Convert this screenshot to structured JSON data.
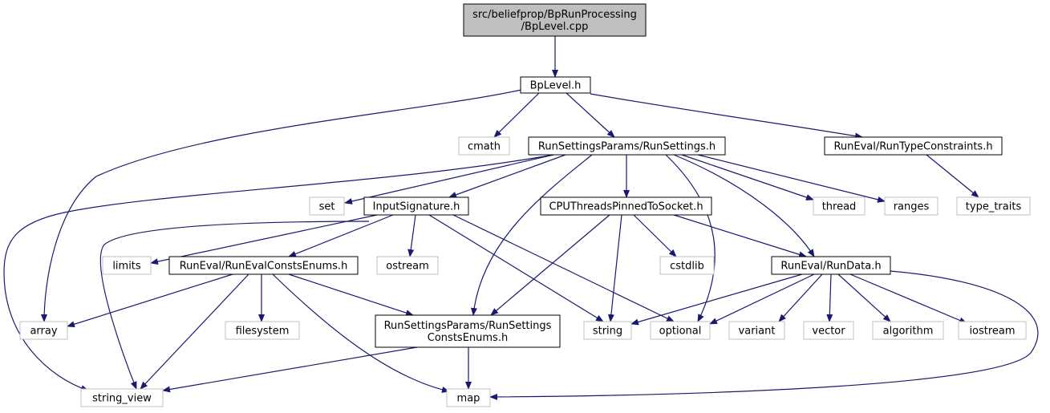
{
  "colors": {
    "edge": "#191970",
    "root_fill": "#bfbfbf",
    "node_fill": "#ffffff",
    "local_border": "#000000",
    "system_border": "#bfbfbf",
    "text": "#000000"
  },
  "nodes": {
    "root": {
      "lines": [
        "src/beliefprop/BpRunProcessing",
        "/BpLevel.cpp"
      ],
      "kind": "root"
    },
    "bplevel": {
      "lines": [
        "BpLevel.h"
      ],
      "kind": "local"
    },
    "cmath": {
      "lines": [
        "cmath"
      ],
      "kind": "system"
    },
    "runsettings": {
      "lines": [
        "RunSettingsParams/RunSettings.h"
      ],
      "kind": "local"
    },
    "runtypeconstraints": {
      "lines": [
        "RunEval/RunTypeConstraints.h"
      ],
      "kind": "local"
    },
    "set": {
      "lines": [
        "set"
      ],
      "kind": "system"
    },
    "inputsignature": {
      "lines": [
        "InputSignature.h"
      ],
      "kind": "local"
    },
    "cputhreads": {
      "lines": [
        "CPUThreadsPinnedToSocket.h"
      ],
      "kind": "local"
    },
    "thread": {
      "lines": [
        "thread"
      ],
      "kind": "system"
    },
    "ranges": {
      "lines": [
        "ranges"
      ],
      "kind": "system"
    },
    "type_traits": {
      "lines": [
        "type_traits"
      ],
      "kind": "system"
    },
    "limits": {
      "lines": [
        "limits"
      ],
      "kind": "system"
    },
    "runevalconsts": {
      "lines": [
        "RunEval/RunEvalConstsEnums.h"
      ],
      "kind": "local"
    },
    "ostream": {
      "lines": [
        "ostream"
      ],
      "kind": "system"
    },
    "cstdlib": {
      "lines": [
        "cstdlib"
      ],
      "kind": "system"
    },
    "rundata": {
      "lines": [
        "RunEval/RunData.h"
      ],
      "kind": "local"
    },
    "array": {
      "lines": [
        "array"
      ],
      "kind": "system"
    },
    "filesystem": {
      "lines": [
        "filesystem"
      ],
      "kind": "system"
    },
    "rsconsts": {
      "lines": [
        "RunSettingsParams/RunSettings",
        "ConstsEnums.h"
      ],
      "kind": "local"
    },
    "string": {
      "lines": [
        "string"
      ],
      "kind": "system"
    },
    "optional": {
      "lines": [
        "optional"
      ],
      "kind": "system"
    },
    "variant": {
      "lines": [
        "variant"
      ],
      "kind": "system"
    },
    "vector": {
      "lines": [
        "vector"
      ],
      "kind": "system"
    },
    "algorithm": {
      "lines": [
        "algorithm"
      ],
      "kind": "system"
    },
    "iostream": {
      "lines": [
        "iostream"
      ],
      "kind": "system"
    },
    "string_view": {
      "lines": [
        "string_view"
      ],
      "kind": "system"
    },
    "map": {
      "lines": [
        "map"
      ],
      "kind": "system"
    }
  },
  "edges": [
    [
      "root",
      "bplevel"
    ],
    [
      "bplevel",
      "array"
    ],
    [
      "bplevel",
      "cmath"
    ],
    [
      "bplevel",
      "runsettings"
    ],
    [
      "bplevel",
      "runtypeconstraints"
    ],
    [
      "runsettings",
      "string_view"
    ],
    [
      "runsettings",
      "set"
    ],
    [
      "runsettings",
      "inputsignature"
    ],
    [
      "runsettings",
      "rsconsts"
    ],
    [
      "runsettings",
      "cputhreads"
    ],
    [
      "runsettings",
      "optional"
    ],
    [
      "runsettings",
      "rundata"
    ],
    [
      "runsettings",
      "thread"
    ],
    [
      "runsettings",
      "ranges"
    ],
    [
      "runtypeconstraints",
      "type_traits"
    ],
    [
      "inputsignature",
      "string_view"
    ],
    [
      "inputsignature",
      "limits"
    ],
    [
      "inputsignature",
      "runevalconsts"
    ],
    [
      "inputsignature",
      "ostream"
    ],
    [
      "inputsignature",
      "string"
    ],
    [
      "inputsignature",
      "optional"
    ],
    [
      "cputhreads",
      "rsconsts"
    ],
    [
      "cputhreads",
      "string"
    ],
    [
      "cputhreads",
      "cstdlib"
    ],
    [
      "cputhreads",
      "rundata"
    ],
    [
      "runevalconsts",
      "array"
    ],
    [
      "runevalconsts",
      "filesystem"
    ],
    [
      "runevalconsts",
      "string_view"
    ],
    [
      "runevalconsts",
      "map"
    ],
    [
      "runevalconsts",
      "rsconsts"
    ],
    [
      "rsconsts",
      "string_view"
    ],
    [
      "rsconsts",
      "map"
    ],
    [
      "rundata",
      "string"
    ],
    [
      "rundata",
      "optional"
    ],
    [
      "rundata",
      "variant"
    ],
    [
      "rundata",
      "vector"
    ],
    [
      "rundata",
      "algorithm"
    ],
    [
      "rundata",
      "iostream"
    ],
    [
      "rundata",
      "map"
    ]
  ]
}
